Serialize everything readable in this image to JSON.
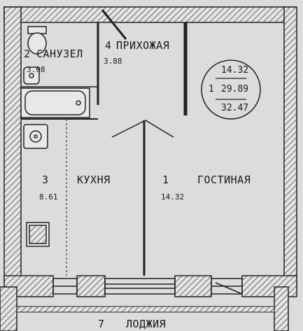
{
  "rooms": {
    "bathroom": {
      "number": "2",
      "name": "САНУЗЕЛ",
      "area": "3.08"
    },
    "hallway": {
      "number": "4",
      "name": "ПРИХОЖАЯ",
      "area": "3.88"
    },
    "kitchen": {
      "number": "3",
      "name": "КУХНЯ",
      "area": "8.61"
    },
    "living": {
      "number": "1",
      "name": "ГОСТИНАЯ",
      "area": "14.32"
    },
    "loggia": {
      "number": "7",
      "name": "ЛОДЖИЯ"
    }
  },
  "summary": {
    "living_area": "14.32",
    "rooms_count": "1",
    "total_area": "29.89",
    "total_with_loggia": "32.47"
  },
  "colors": {
    "background": "#dcdcdc",
    "wall": "#2a2a2a",
    "line": "#1a1a1a"
  }
}
